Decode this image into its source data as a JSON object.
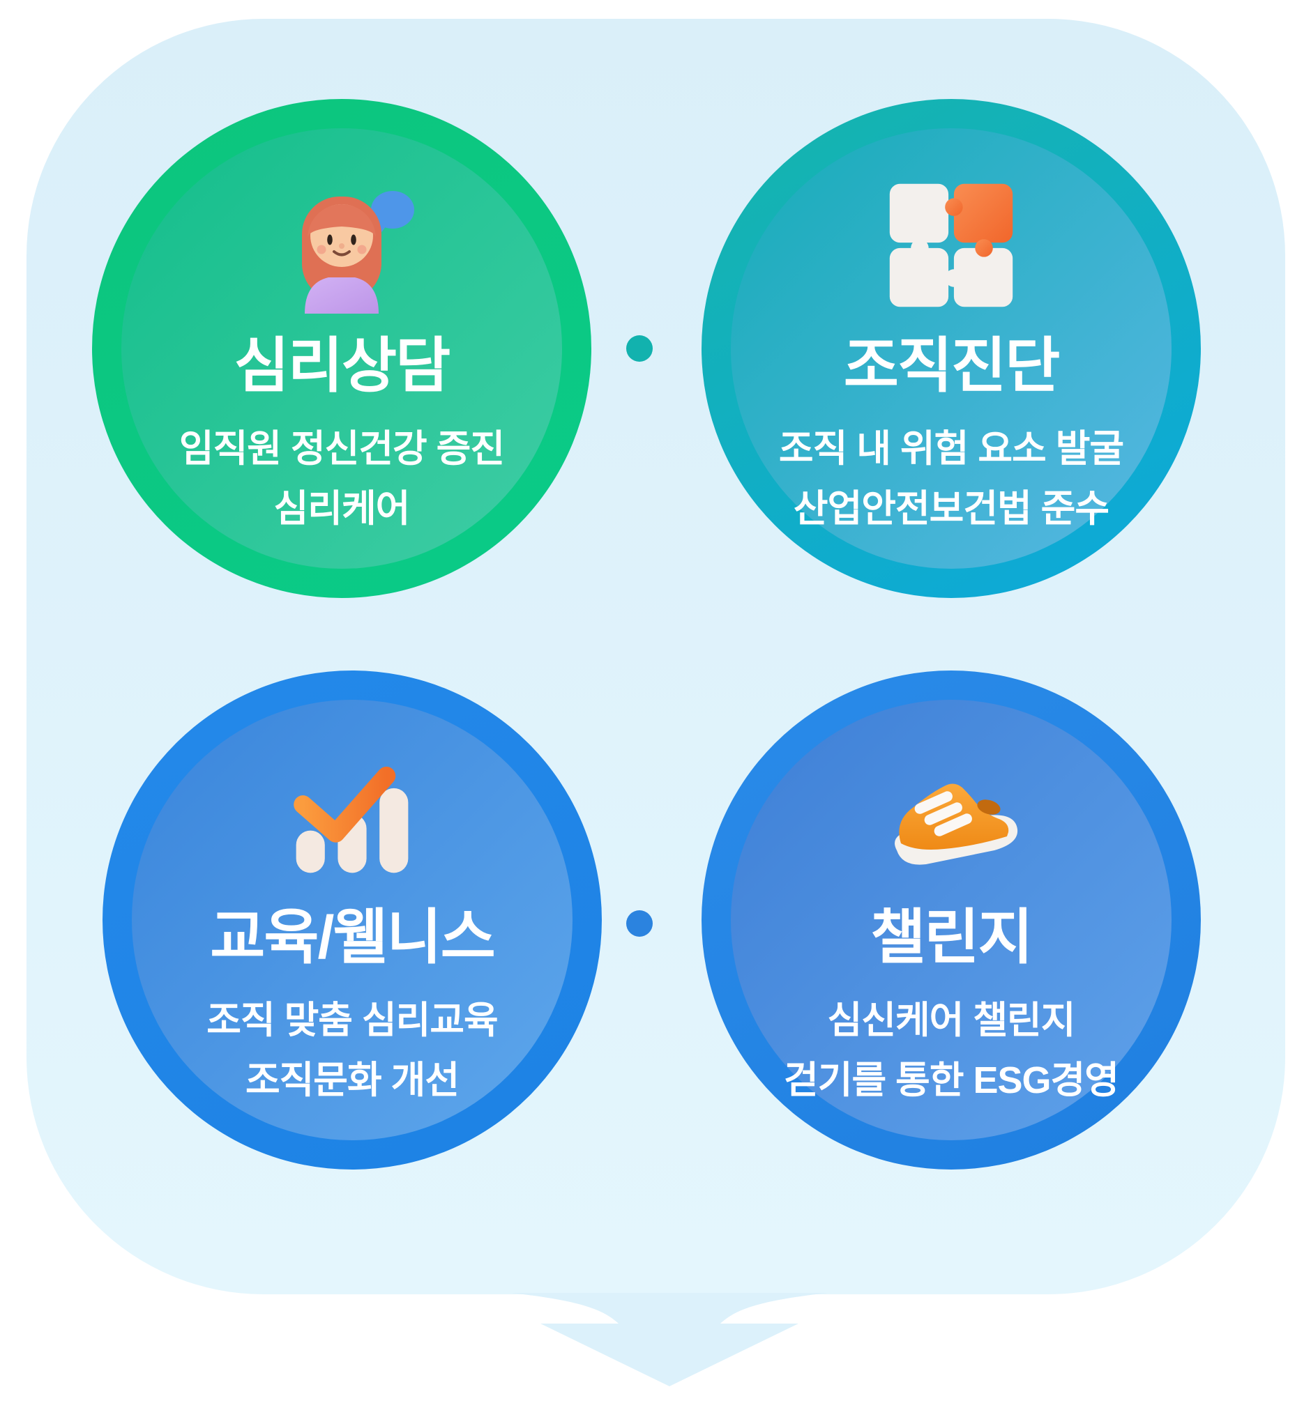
{
  "panel": {
    "color_top": "#DAEFF9",
    "color_bottom": "#E4F6FD"
  },
  "arrow": {
    "color": "#DCF1FB"
  },
  "connectors": [
    {
      "color": "#12B2AE"
    },
    {
      "color": "#2B83DF"
    }
  ],
  "cards": [
    {
      "title": "심리상담",
      "subtitle_lines": [
        "임직원 정신건강 증진",
        "심리케어"
      ],
      "icon": "counselor-icon",
      "ring": [
        "#0DC57D",
        "#0ACB88"
      ],
      "fill": [
        "#14BE8B",
        "#3FCDA5"
      ]
    },
    {
      "title": "조직진단",
      "subtitle_lines": [
        "조직 내 위험 요소 발굴",
        "산업안전보건법 준수"
      ],
      "icon": "puzzle-icon",
      "ring": [
        "#16B5AB",
        "#0CA8DC"
      ],
      "fill": [
        "#17ACB8",
        "#58B7E3"
      ]
    },
    {
      "title": "교육/웰니스",
      "subtitle_lines": [
        "조직 맞춤 심리교육",
        "조직문화 개선"
      ],
      "icon": "chart-check-icon",
      "ring": [
        "#2489EA",
        "#1D82E4"
      ],
      "fill": [
        "#3A85DB",
        "#5EA7EC"
      ]
    },
    {
      "title": "챌린지",
      "subtitle_lines": [
        "심신케어 챌린지",
        "걷기를 통한 ESG경영"
      ],
      "icon": "sneaker-icon",
      "ring": [
        "#2A8BE9",
        "#1F7FE0"
      ],
      "fill": [
        "#3E7FD6",
        "#5FA2EA"
      ]
    }
  ]
}
